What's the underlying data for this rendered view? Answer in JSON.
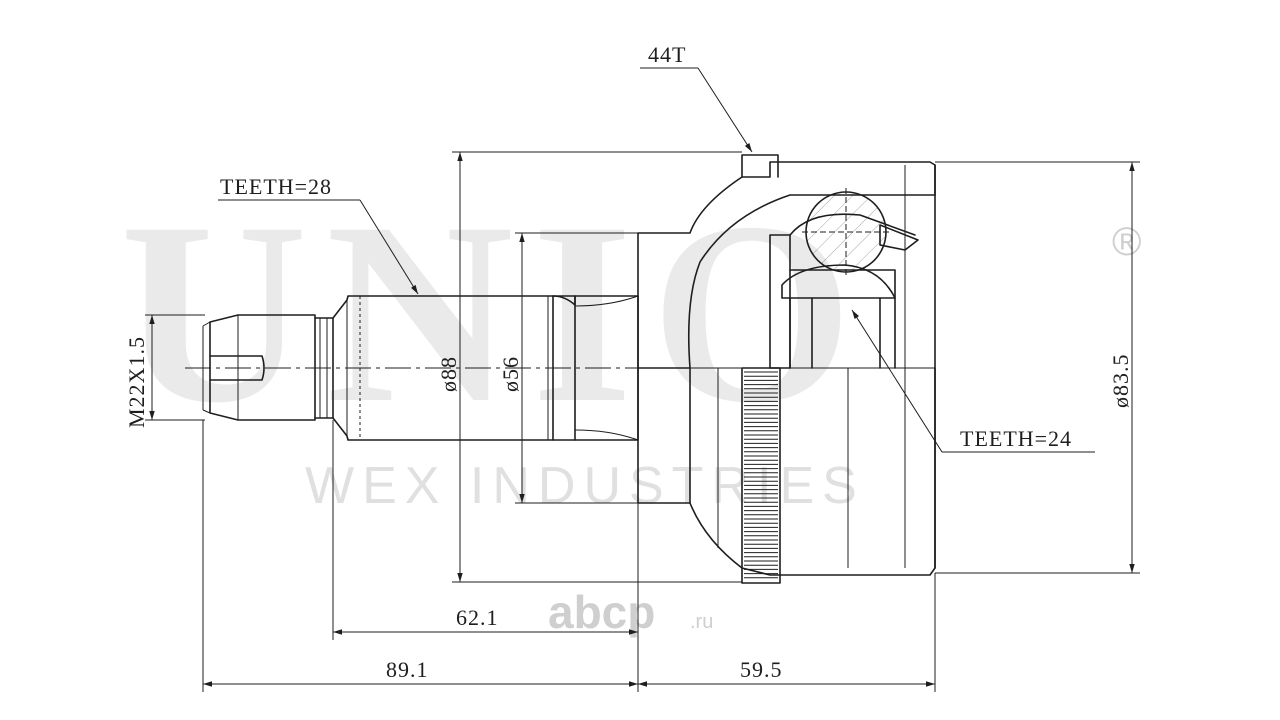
{
  "watermark": {
    "brand": "UNIO",
    "registered_mark": "®",
    "company": "WEX INDUSTRIES",
    "site_name": "abcp",
    "site_tld": ".ru"
  },
  "labels": {
    "gear_teeth": "44T",
    "shaft_teeth": "TEETH=28",
    "inner_teeth": "TEETH=24",
    "thread": "M22X1.5",
    "dia_outer_hub": "ø88",
    "dia_shaft": "ø56",
    "dia_body": "ø83.5",
    "len_shaft": "62.1",
    "len_total_left": "89.1",
    "len_body": "59.5"
  }
}
